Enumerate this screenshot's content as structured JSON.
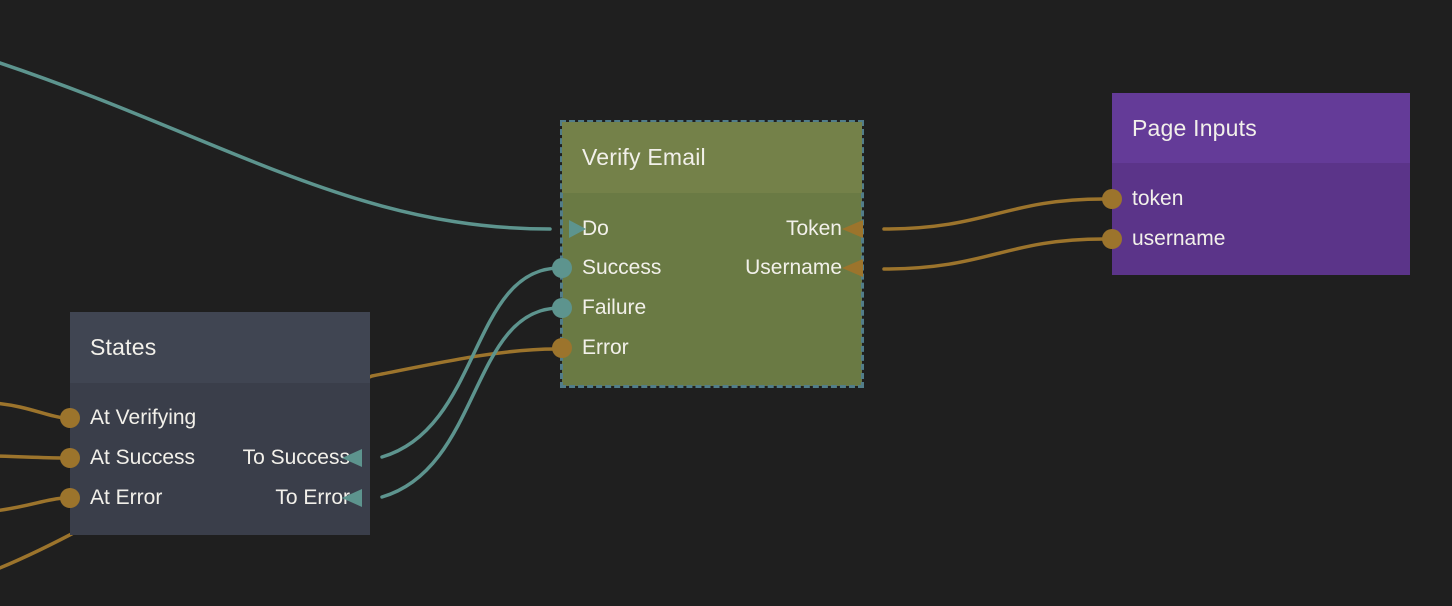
{
  "app": {
    "type": "node-graph-editor",
    "background_color": "#1f1f1f"
  },
  "palette": {
    "wire_teal": "#5d948e",
    "wire_orange": "#9c742c",
    "selection_dash": "#527d89",
    "verify_email_header": "#748149",
    "verify_email_body": "#6a7a44",
    "page_inputs_header": "#643b98",
    "page_inputs_body": "#5b3489",
    "states_header": "#404552",
    "states_body": "#3a3e4a"
  },
  "nodes": {
    "verify_email": {
      "title": "Verify Email",
      "selected": true,
      "left_ports": [
        {
          "label": "Do",
          "kind": "exec-input",
          "color": "teal"
        },
        {
          "label": "Success",
          "kind": "exec-output",
          "color": "teal"
        },
        {
          "label": "Failure",
          "kind": "exec-output",
          "color": "teal"
        },
        {
          "label": "Error",
          "kind": "data-output",
          "color": "orange"
        }
      ],
      "right_ports": [
        {
          "label": "Token",
          "kind": "data-input",
          "color": "orange"
        },
        {
          "label": "Username",
          "kind": "data-input",
          "color": "orange"
        }
      ]
    },
    "page_inputs": {
      "title": "Page Inputs",
      "selected": false,
      "left_ports": [
        {
          "label": "token",
          "kind": "data-output",
          "color": "orange"
        },
        {
          "label": "username",
          "kind": "data-output",
          "color": "orange"
        }
      ]
    },
    "states": {
      "title": "States",
      "selected": false,
      "left_ports": [
        {
          "label": "At Verifying",
          "kind": "data-output",
          "color": "orange"
        },
        {
          "label": "At Success",
          "kind": "data-output",
          "color": "orange"
        },
        {
          "label": "At Error",
          "kind": "data-output",
          "color": "orange"
        }
      ],
      "right_ports": [
        {
          "label": "To Success",
          "kind": "exec-input",
          "color": "teal"
        },
        {
          "label": "To Error",
          "kind": "exec-input",
          "color": "teal"
        }
      ]
    }
  },
  "connections": [
    {
      "from": "offscreen-top-left",
      "to": "verify_email.Do",
      "color": "teal"
    },
    {
      "from": "verify_email.Success",
      "to": "states.To Success",
      "color": "teal"
    },
    {
      "from": "verify_email.Failure",
      "to": "states.To Error",
      "color": "teal"
    },
    {
      "from": "offscreen-bottom-left",
      "to": "verify_email.Error",
      "color": "orange"
    },
    {
      "from": "page_inputs.token",
      "to": "verify_email.Token",
      "color": "orange"
    },
    {
      "from": "page_inputs.username",
      "to": "verify_email.Username",
      "color": "orange"
    },
    {
      "from": "offscreen-left",
      "to": "states.At Verifying",
      "color": "orange"
    },
    {
      "from": "offscreen-left",
      "to": "states.At Success",
      "color": "orange"
    },
    {
      "from": "offscreen-left",
      "to": "states.At Error",
      "color": "orange"
    }
  ]
}
